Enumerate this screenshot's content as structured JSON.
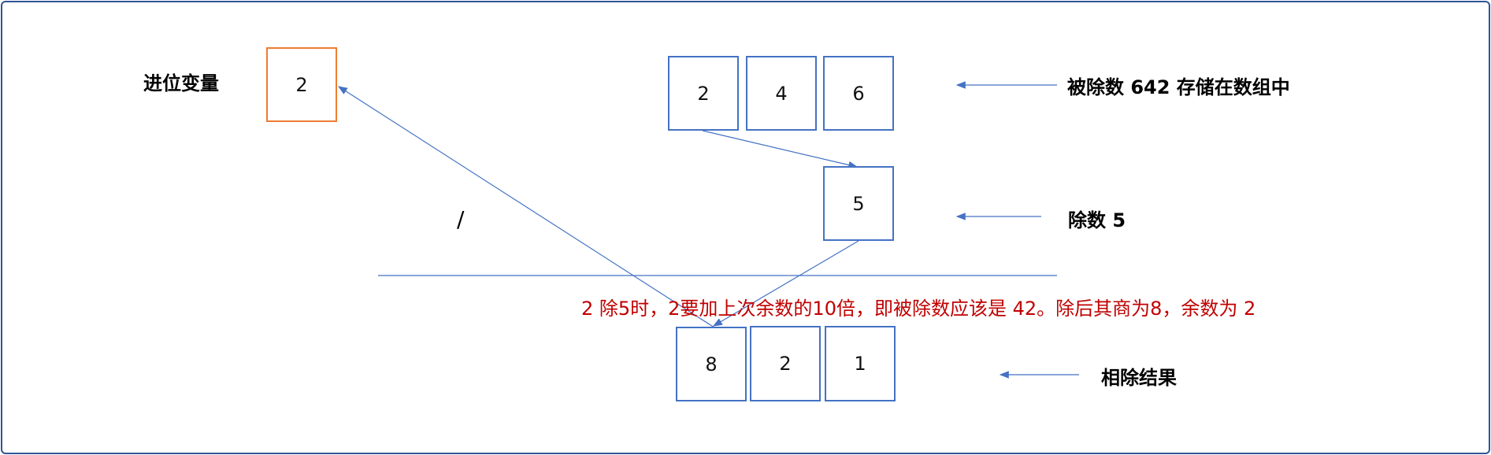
{
  "carry": {
    "label": "进位变量",
    "value": "2"
  },
  "dividend": {
    "label": "被除数 642 存储在数组中",
    "digits": [
      "2",
      "4",
      "6"
    ]
  },
  "divisor": {
    "label": "除数 5",
    "value": "5"
  },
  "result": {
    "label": "相除结果",
    "digits": [
      "8",
      "2",
      "1"
    ]
  },
  "operator": "/",
  "note": "2 除5时，2要加上次余数的10倍，即被除数应该是 42。除后其商为8，余数为 2",
  "colors": {
    "frame": "#2f5597",
    "box": "#4472c4",
    "carry_box": "#ed7d31",
    "note": "#c00000",
    "arrow": "#4472c4"
  }
}
